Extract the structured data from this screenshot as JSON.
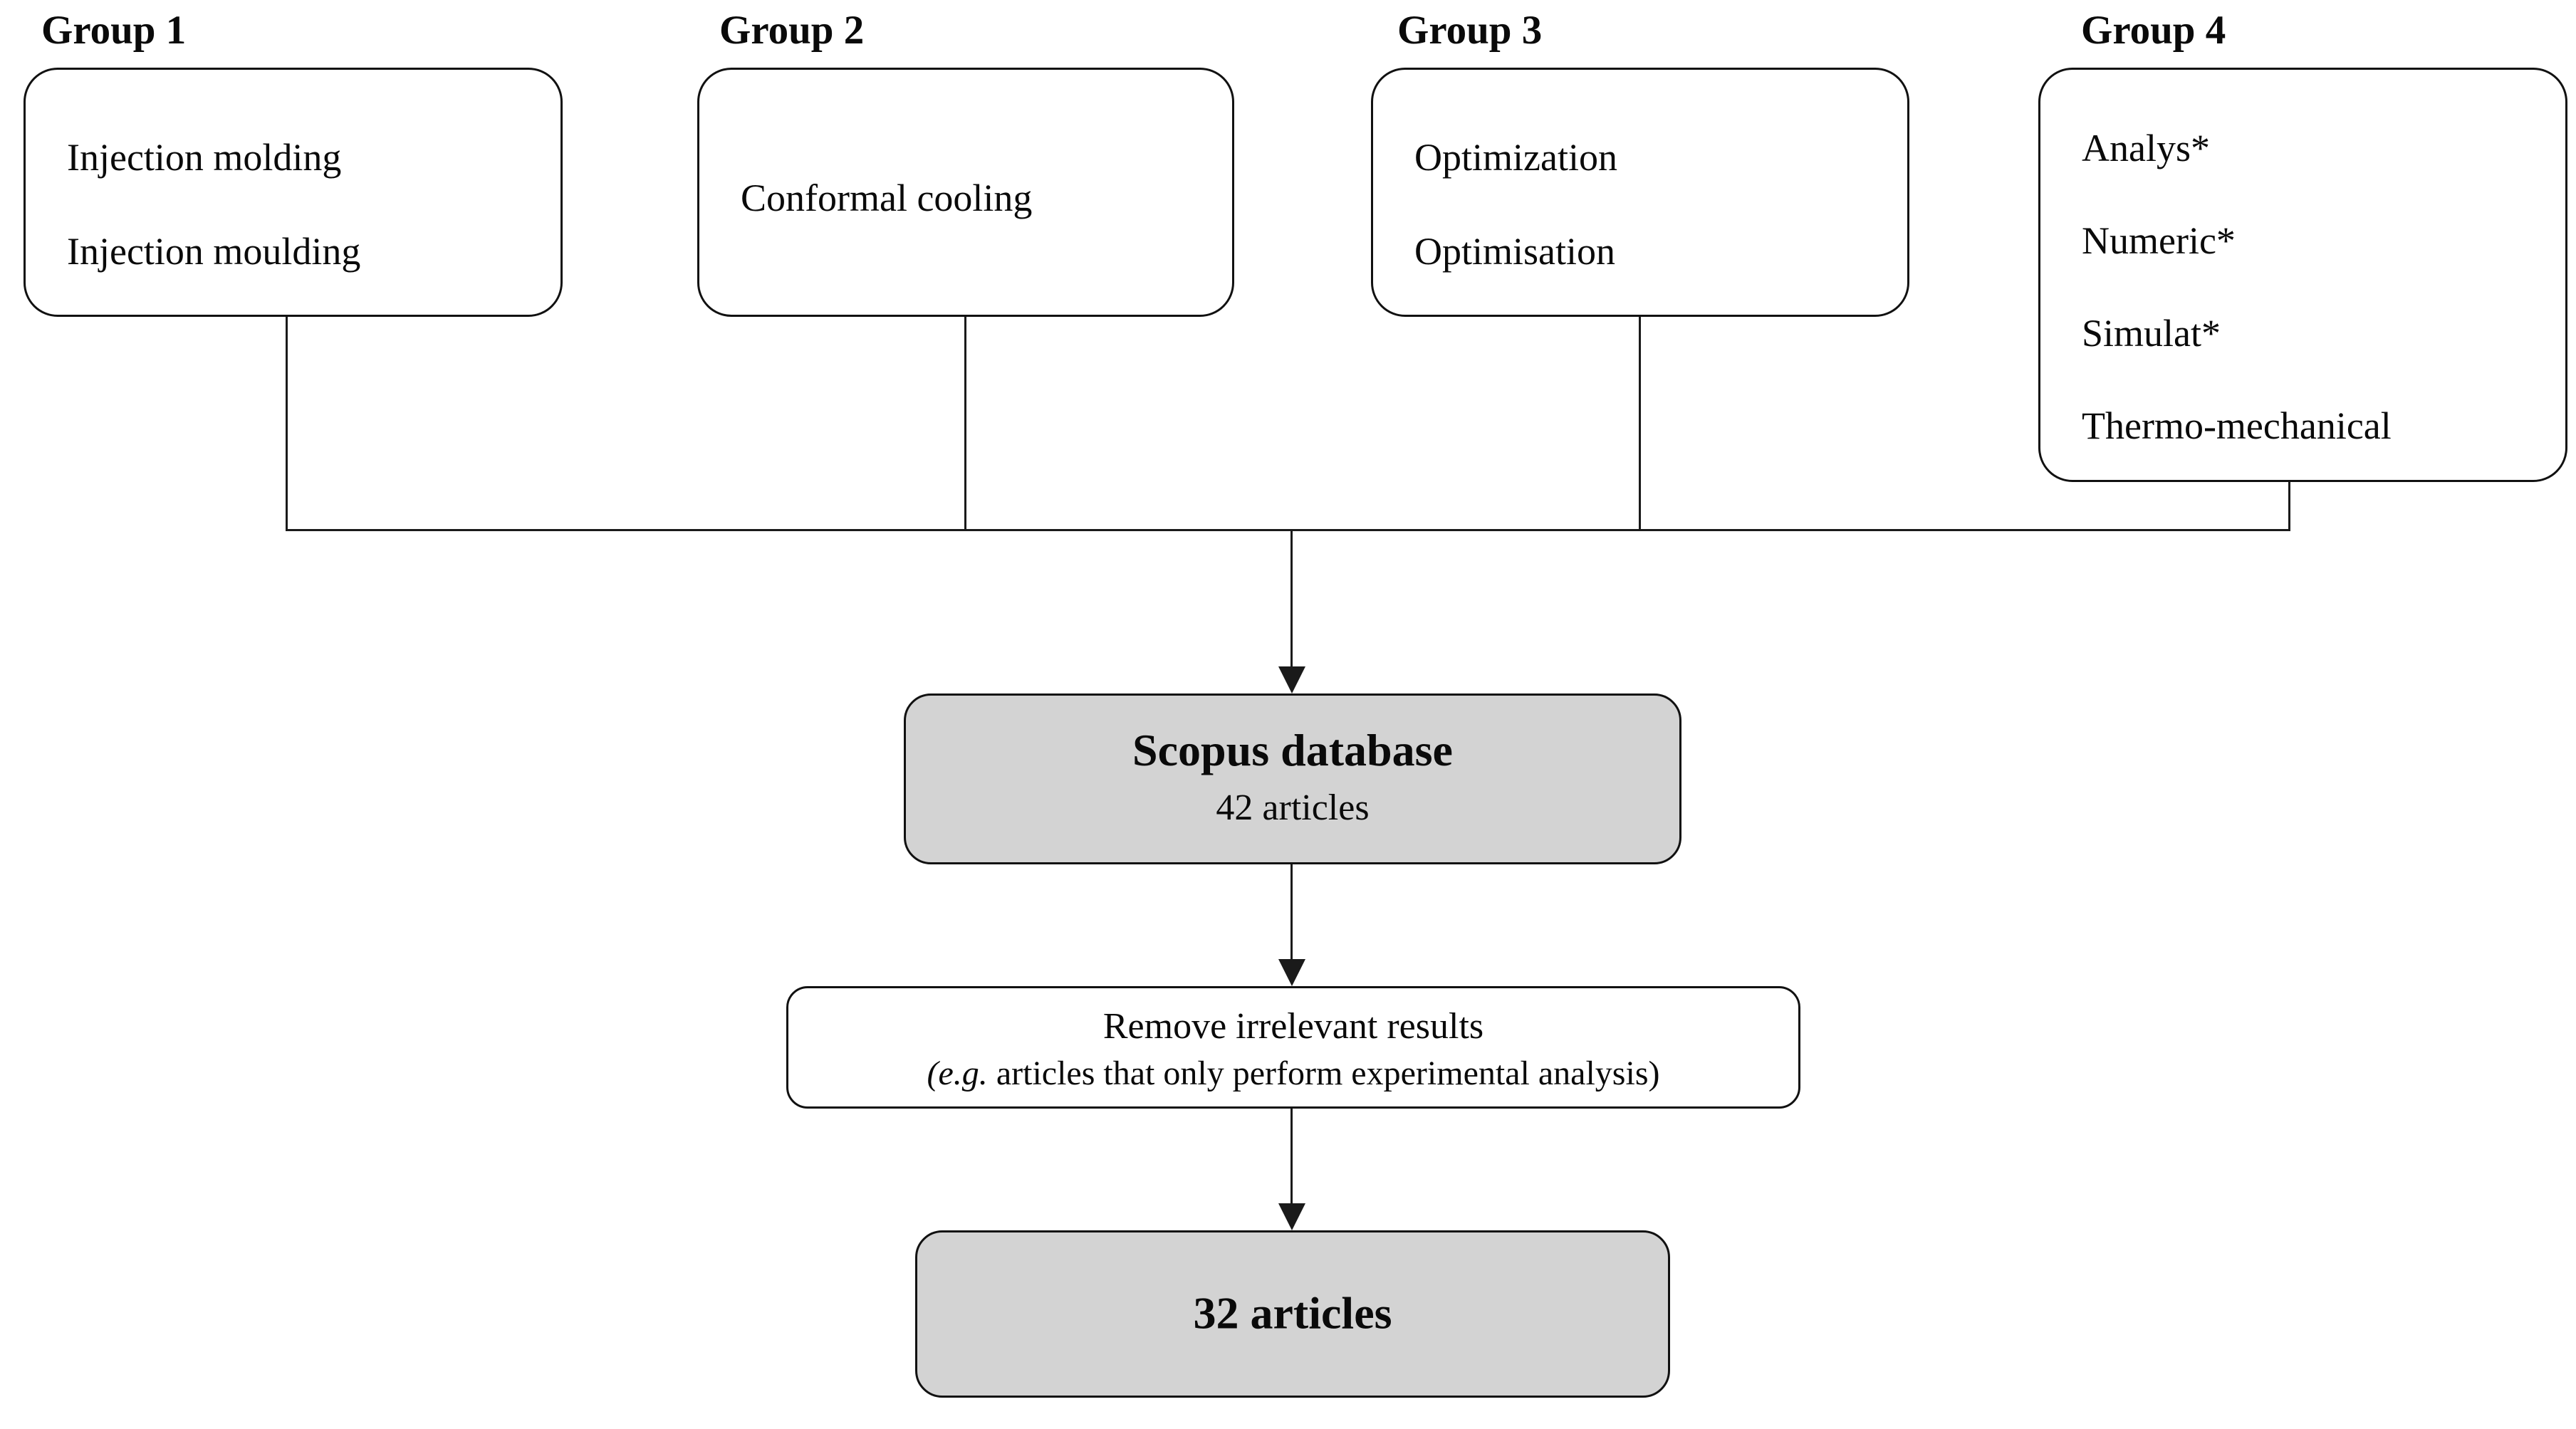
{
  "groups": [
    {
      "label": "Group 1",
      "keywords": [
        "Injection molding",
        "Injection moulding"
      ]
    },
    {
      "label": "Group 2",
      "keywords": [
        "Conformal cooling"
      ]
    },
    {
      "label": "Group 3",
      "keywords": [
        "Optimization",
        "Optimisation"
      ]
    },
    {
      "label": "Group 4",
      "keywords": [
        "Analys*",
        "Numeric*",
        "Simulat*",
        "Thermo-mechanical"
      ]
    }
  ],
  "database": {
    "title": "Scopus database",
    "subtitle": "42 articles"
  },
  "filter": {
    "line1": "Remove irrelevant results",
    "line2_italic": "(e.g.",
    "line2_rest": " articles that only perform experimental analysis)"
  },
  "result": {
    "title": "32 articles"
  },
  "colors": {
    "gray_fill": "#d3d3d3",
    "white_fill": "#ffffff",
    "line": "#1a1a1a",
    "text": "#0a0a0a"
  }
}
